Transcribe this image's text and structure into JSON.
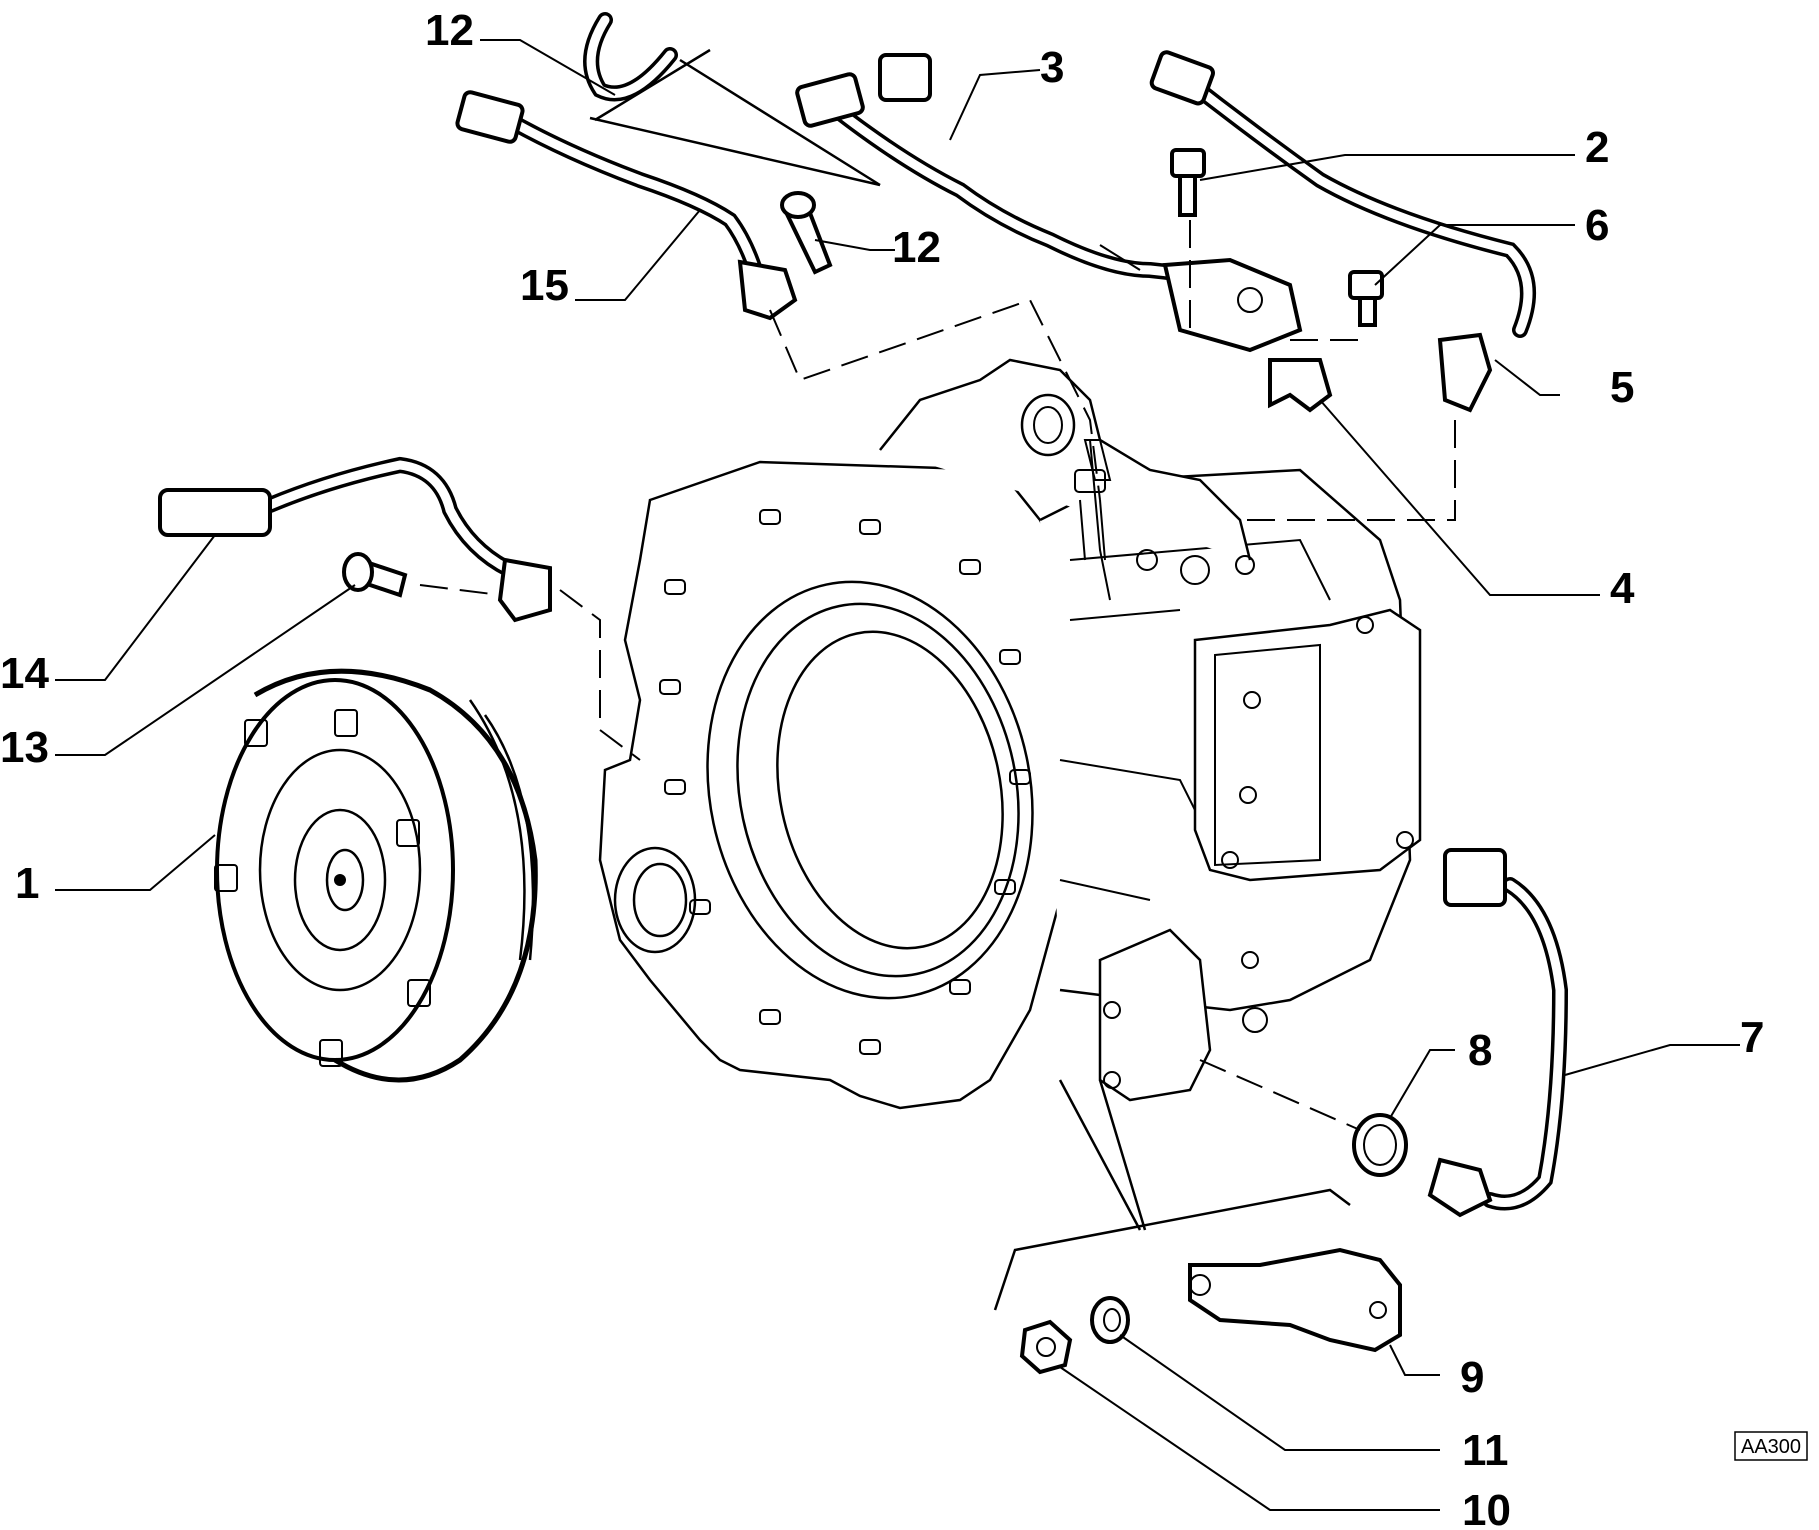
{
  "diagram": {
    "callouts": [
      {
        "id": "c1",
        "label": "1"
      },
      {
        "id": "c2",
        "label": "2"
      },
      {
        "id": "c3",
        "label": "3"
      },
      {
        "id": "c4",
        "label": "4"
      },
      {
        "id": "c5",
        "label": "5"
      },
      {
        "id": "c6",
        "label": "6"
      },
      {
        "id": "c7",
        "label": "7"
      },
      {
        "id": "c8",
        "label": "8"
      },
      {
        "id": "c9",
        "label": "9"
      },
      {
        "id": "c10",
        "label": "10"
      },
      {
        "id": "c11",
        "label": "11"
      },
      {
        "id": "c12",
        "label": "12"
      },
      {
        "id": "c13a",
        "label": "13"
      },
      {
        "id": "c13b",
        "label": "13"
      },
      {
        "id": "c14",
        "label": "14"
      },
      {
        "id": "c15",
        "label": "15"
      }
    ],
    "reference_code": "AA300"
  }
}
